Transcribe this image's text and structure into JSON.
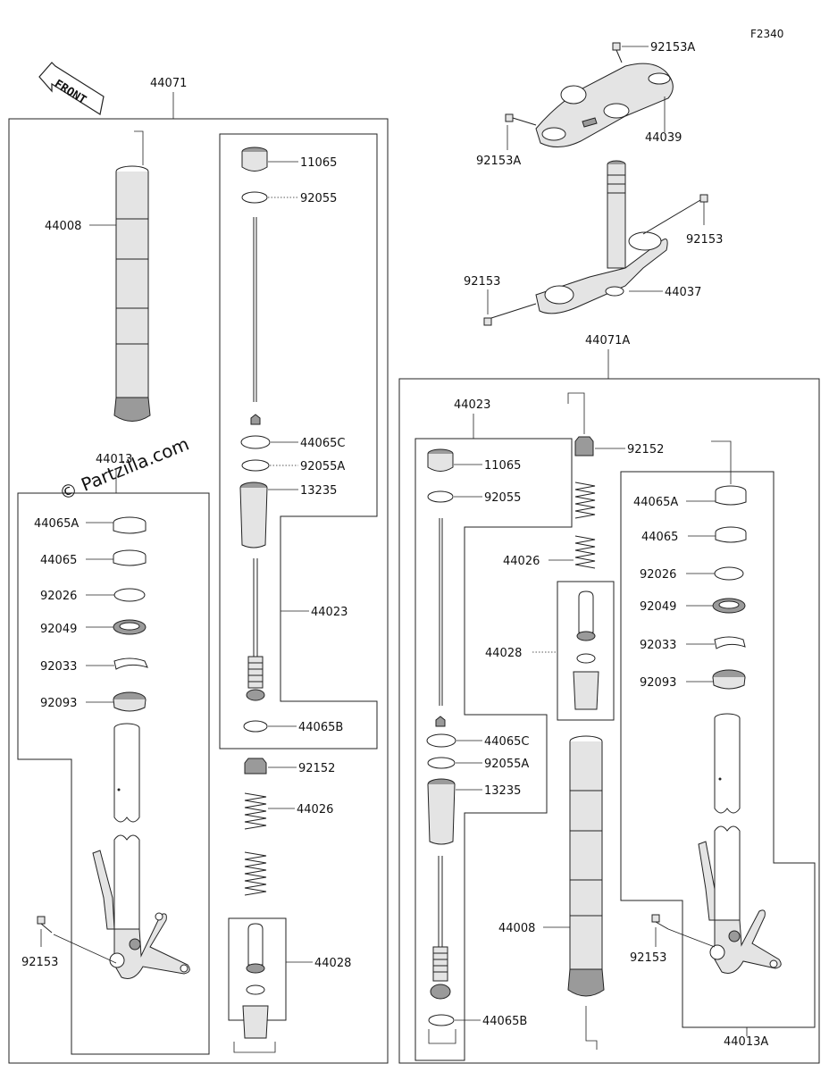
{
  "diagram_code": "F2340",
  "watermark": "© Partzilla.com",
  "front_label": "FRONT",
  "groups": {
    "left_assembly": "44071",
    "right_assembly": "44071A"
  },
  "labels": {
    "l_44008": "44008",
    "l_44013": "44013",
    "l_44065A": "44065A",
    "l_44065": "44065",
    "l_92026": "92026",
    "l_92049": "92049",
    "l_92033": "92033",
    "l_92093": "92093",
    "l_92153": "92153",
    "l_11065": "11065",
    "l_92055": "92055",
    "l_44065C": "44065C",
    "l_92055A": "92055A",
    "l_13235": "13235",
    "l_44023": "44023",
    "l_44065B": "44065B",
    "l_92152": "92152",
    "l_44026": "44026",
    "l_44028": "44028",
    "t_92153A_top": "92153A",
    "t_44039": "44039",
    "t_92153A_left": "92153A",
    "t_92153_right": "92153",
    "t_92153_left": "92153",
    "t_44037": "44037",
    "r_44023": "44023",
    "r_11065": "11065",
    "r_92055": "92055",
    "r_44065C": "44065C",
    "r_92055A": "92055A",
    "r_13235": "13235",
    "r_44065B": "44065B",
    "r_92152": "92152",
    "r_44026": "44026",
    "r_44028": "44028",
    "r_44008": "44008",
    "r_44065A": "44065A",
    "r_44065": "44065",
    "r_92026": "92026",
    "r_92049": "92049",
    "r_92033": "92033",
    "r_92093": "92093",
    "r_92153": "92153",
    "r_44013A": "44013A"
  }
}
